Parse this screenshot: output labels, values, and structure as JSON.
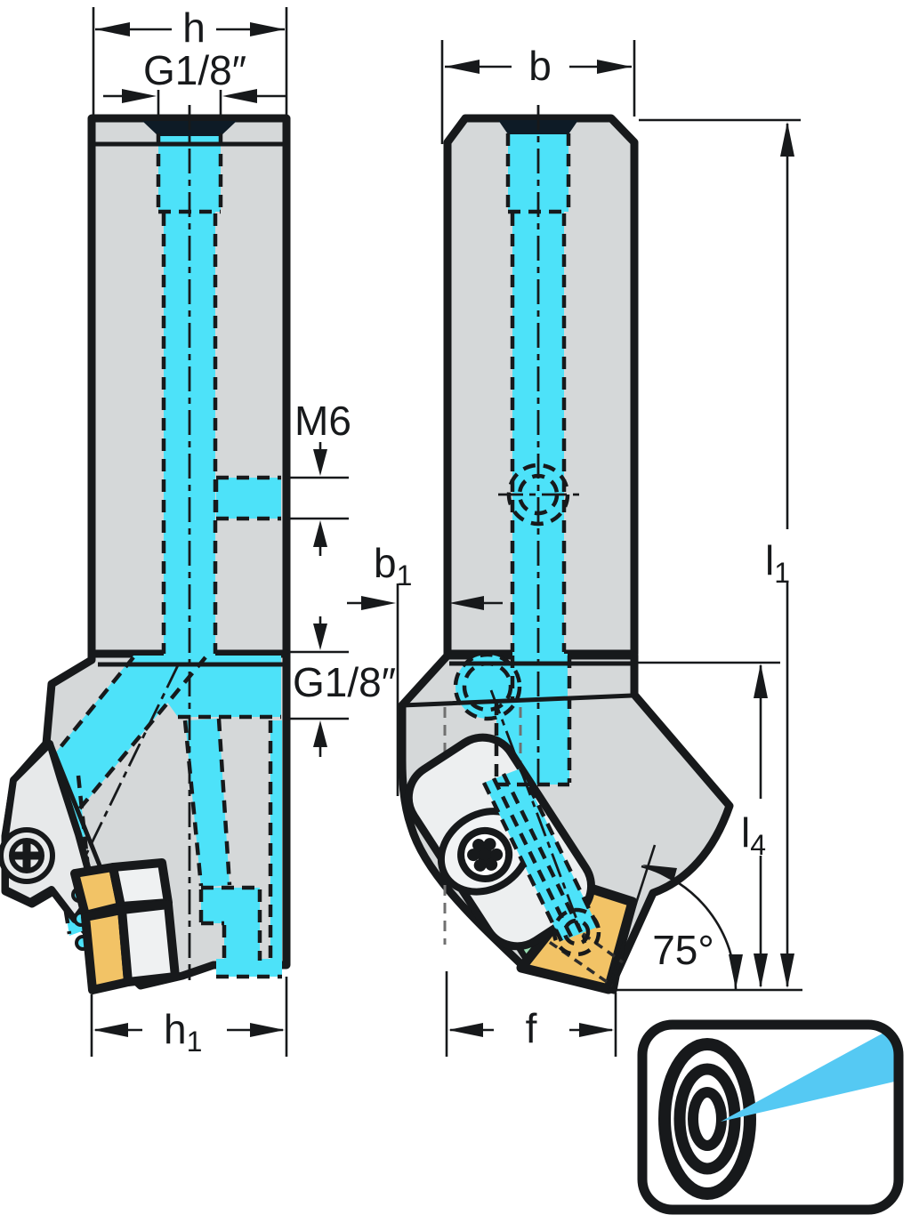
{
  "drawing": {
    "description": "Two orthographic views of a lathe toolholder with internal coolant channels and dimension callouts",
    "labels": {
      "h": "h",
      "g18_top": "G1/8″",
      "b": "b",
      "m6": "M6",
      "b1_base": "b",
      "b1_sub": "1",
      "g18_side": "G1/8″",
      "l1_base": "l",
      "l1_sub": "1",
      "l4_base": "l",
      "l4_sub": "4",
      "angle": "75°",
      "h1_base": "h",
      "h1_sub": "1",
      "f": "f"
    },
    "colors": {
      "coolant_cyan": "#4DE2F9",
      "coolant_hidden_teal": "#A5DBE0",
      "body_gray": "#D5D8D9",
      "clamp_light": "#E7E9EA",
      "insert_yellow": "#F2C366",
      "shim_green": "#98DDB2",
      "line_black": "#17191B",
      "thread_dark": "#0E1B26",
      "beam_blue": "#55C9F3"
    },
    "icon": {
      "name": "precision-coolant-target",
      "beam": "coolant-jet-to-bullseye"
    }
  }
}
